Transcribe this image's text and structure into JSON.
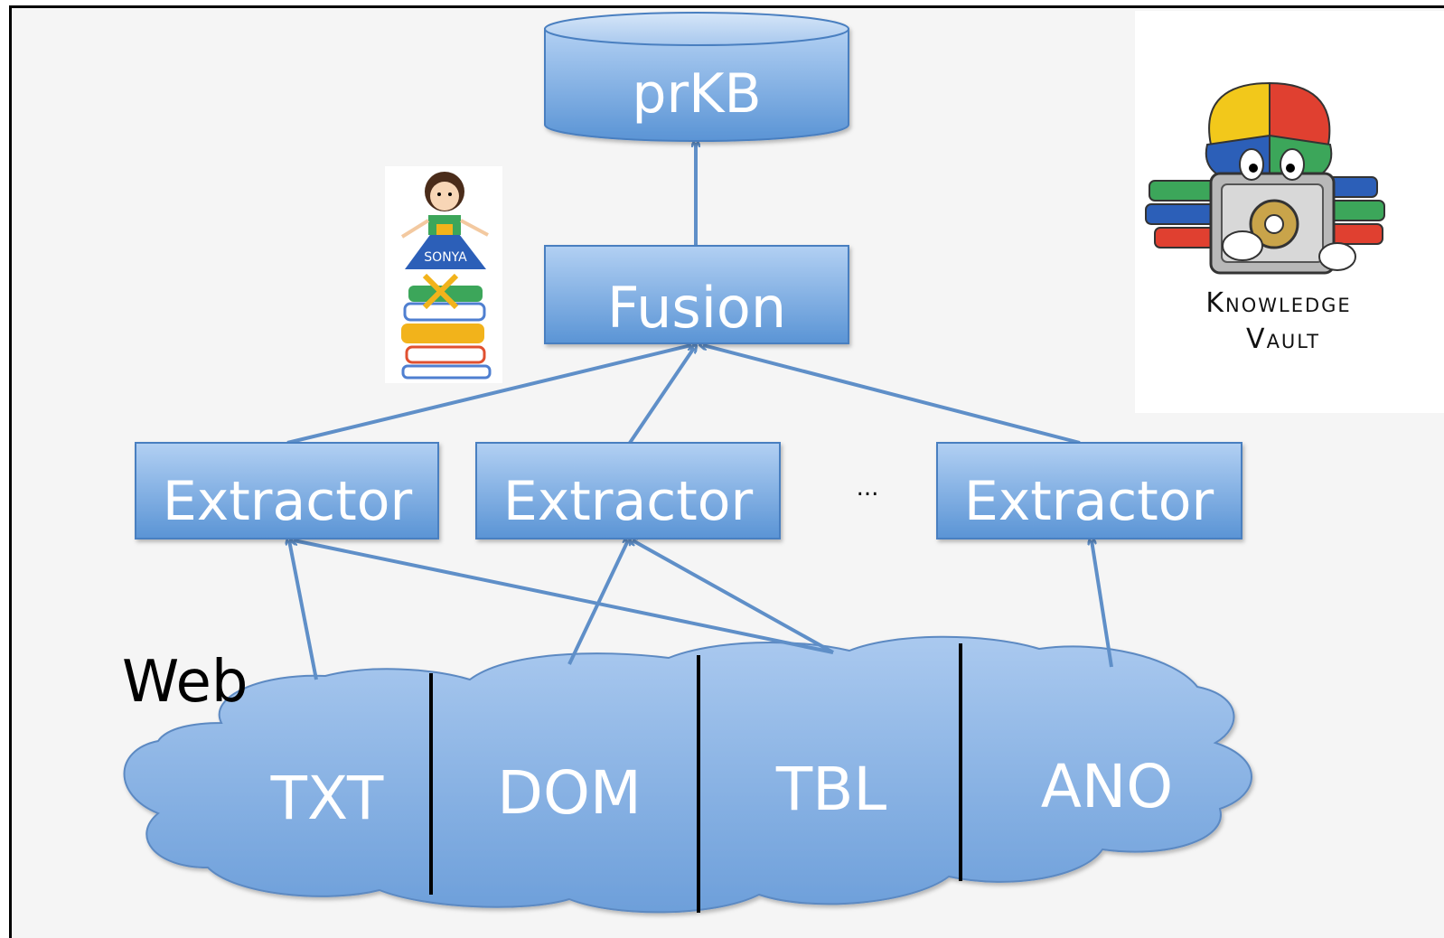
{
  "diagram": {
    "top_store": "prKB",
    "fusion": "Fusion",
    "extractors": [
      "Extractor",
      "Extractor",
      "Extractor"
    ],
    "ellipsis": "...",
    "web_label": "Web",
    "sources": [
      "TXT",
      "DOM",
      "TBL",
      "ANO"
    ]
  },
  "logos": {
    "sonya_text": "SONYA",
    "kv_line1": "Knowledge",
    "kv_line2": "Vault"
  },
  "colors": {
    "box_top": "#aecdf2",
    "box_bottom": "#5b95d6",
    "box_border": "#4a7fc0",
    "arrow": "#5f8fc8",
    "background": "#f5f5f5"
  }
}
